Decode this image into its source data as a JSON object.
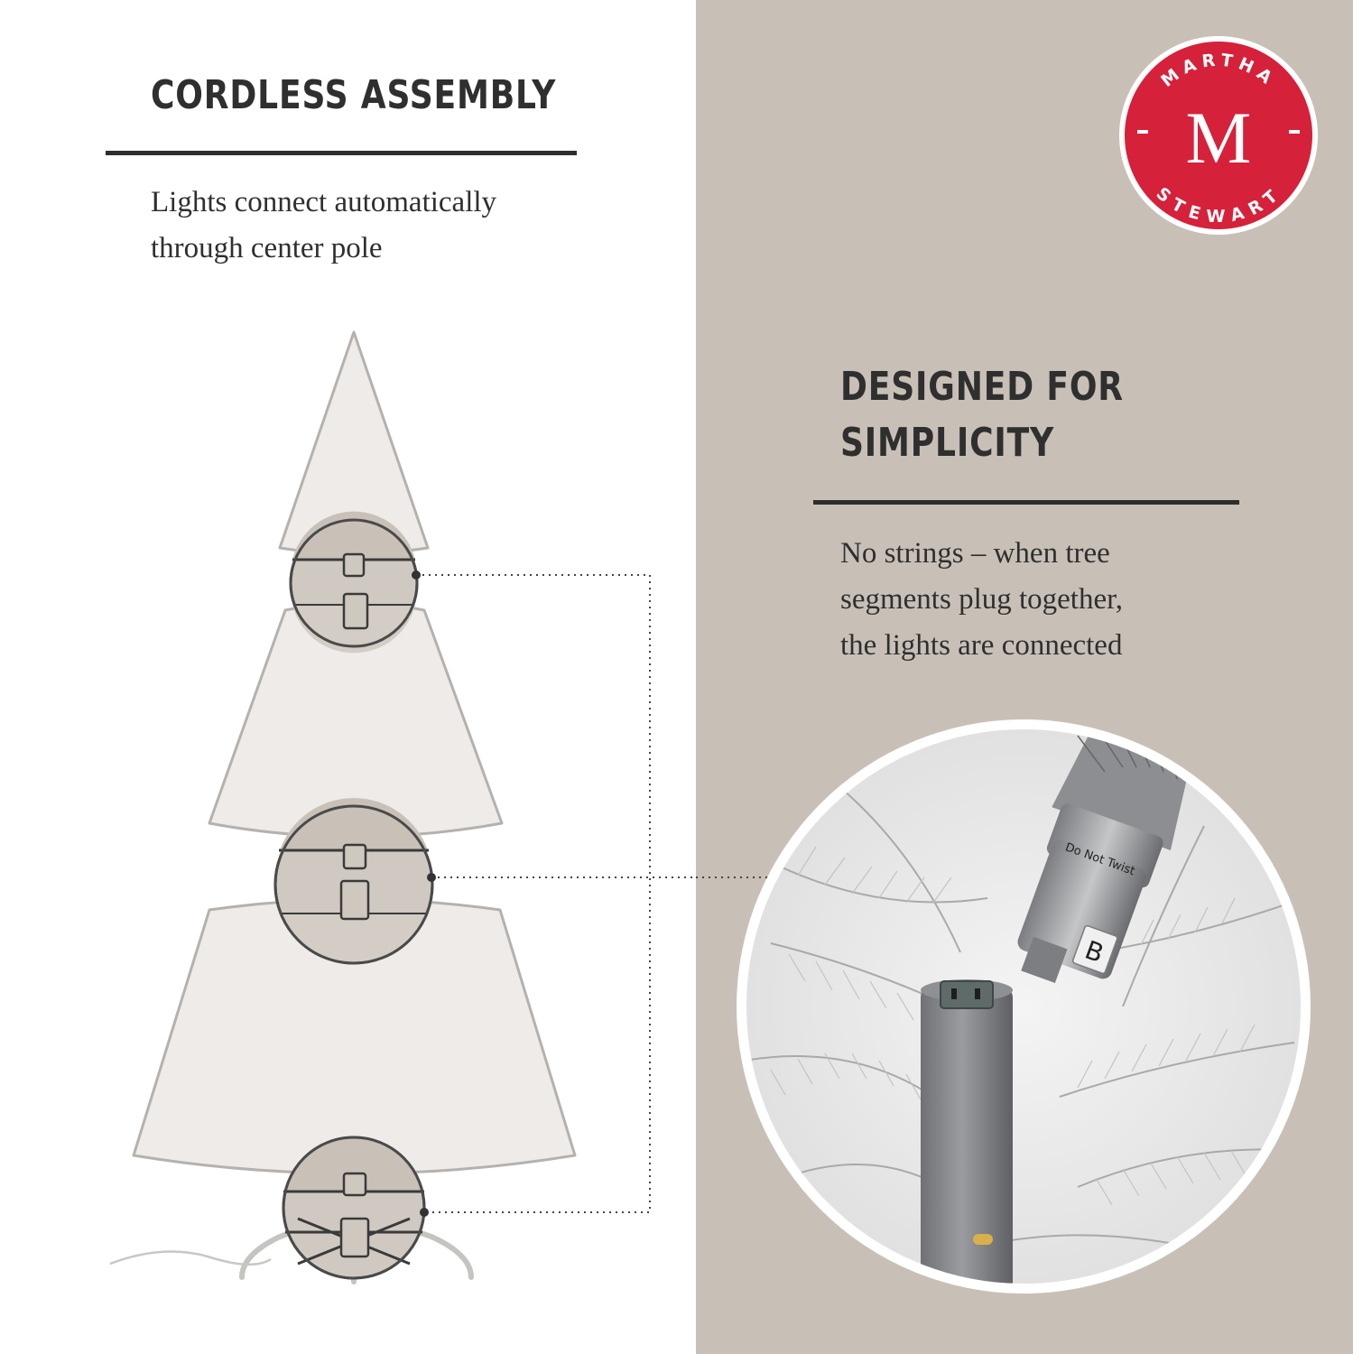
{
  "left": {
    "title": "CORDLESS ASSEMBLY",
    "description_line1": "Lights connect automatically",
    "description_line2": "through center pole"
  },
  "right": {
    "title_line1": "DESIGNED FOR",
    "title_line2": "SIMPLICITY",
    "description_line1": "No strings – when tree",
    "description_line2": "segments plug together,",
    "description_line3": "the lights are connected"
  },
  "badge": {
    "top_text": "MARTHA",
    "bottom_text": "STEWART",
    "monogram": "M"
  },
  "photo": {
    "collar_text": "Do Not Twist",
    "segment_label": "B"
  },
  "colors": {
    "background_right": "#c8c0b7",
    "badge_red": "#d6213a",
    "heading": "#2f2f2f"
  }
}
